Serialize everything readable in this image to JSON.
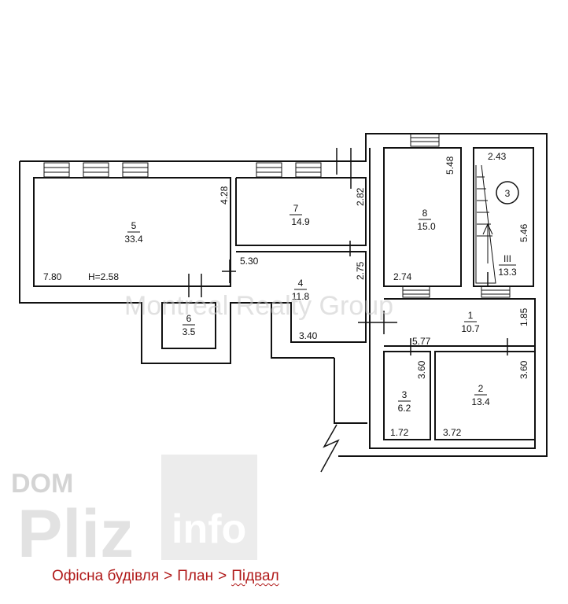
{
  "rooms": {
    "r5": {
      "num": "5",
      "area": "33.4"
    },
    "r7": {
      "num": "7",
      "area": "14.9"
    },
    "r8": {
      "num": "8",
      "area": "15.0"
    },
    "r3roman": {
      "num": "III",
      "area": "13.3"
    },
    "r4": {
      "num": "4",
      "area": "11.8"
    },
    "r6": {
      "num": "6",
      "area": "3.5"
    },
    "r1": {
      "num": "1",
      "area": "10.7"
    },
    "r2": {
      "num": "2",
      "area": "13.4"
    },
    "r3": {
      "num": "3",
      "area": "6.2"
    }
  },
  "dims": {
    "d780": "7.80",
    "height": "H=2.58",
    "d428": "4.28",
    "d530": "5.30",
    "d282": "2.82",
    "d275": "2.75",
    "d548": "5.48",
    "d274": "2.74",
    "d243": "2.43",
    "d546": "5.46",
    "d340": "3.40",
    "d185": "1.85",
    "d577": "5.77",
    "d360a": "3.60",
    "d360b": "3.60",
    "d172": "1.72",
    "d372": "3.72"
  },
  "stair_badge": "3",
  "watermark": "Montreal Realty Group",
  "logo": {
    "dom": "DOM",
    "pliz": "Pliz",
    "info": "info"
  },
  "breadcrumb": {
    "item1": "Офісна будівля",
    "sep1": ">",
    "item2": "План",
    "sep2": ">",
    "item3": "Підвал"
  }
}
